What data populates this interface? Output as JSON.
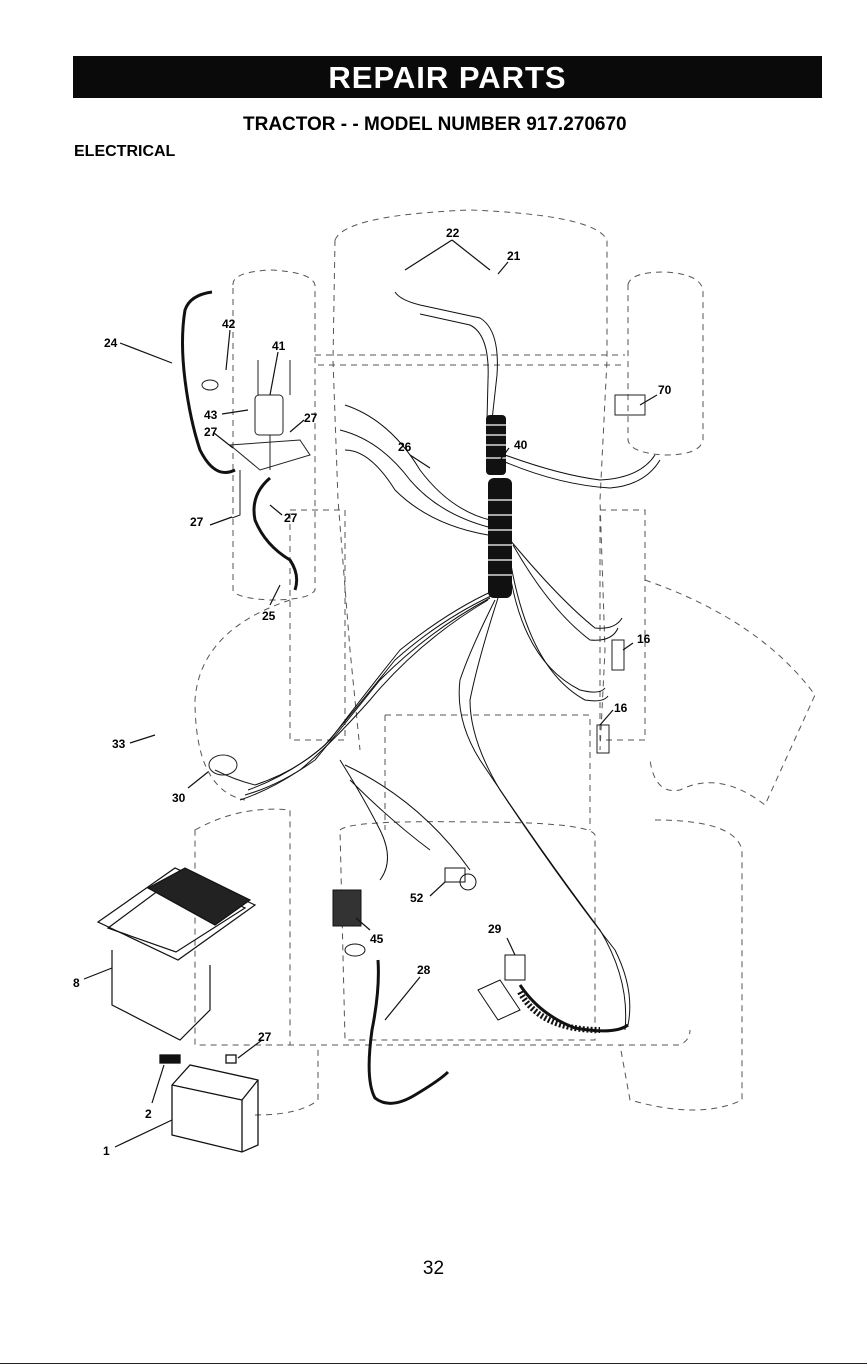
{
  "header": {
    "banner": "REPAIR PARTS",
    "subtitle": "TRACTOR - - MODEL NUMBER 917.270670",
    "section": "ELECTRICAL"
  },
  "callouts": [
    "24",
    "42",
    "41",
    "43",
    "27",
    "27",
    "27",
    "27",
    "25",
    "22",
    "21",
    "26",
    "40",
    "70",
    "16",
    "16",
    "33",
    "30",
    "8",
    "52",
    "45",
    "29",
    "28",
    "27",
    "2",
    "1"
  ],
  "footer": {
    "page_number": "32"
  }
}
